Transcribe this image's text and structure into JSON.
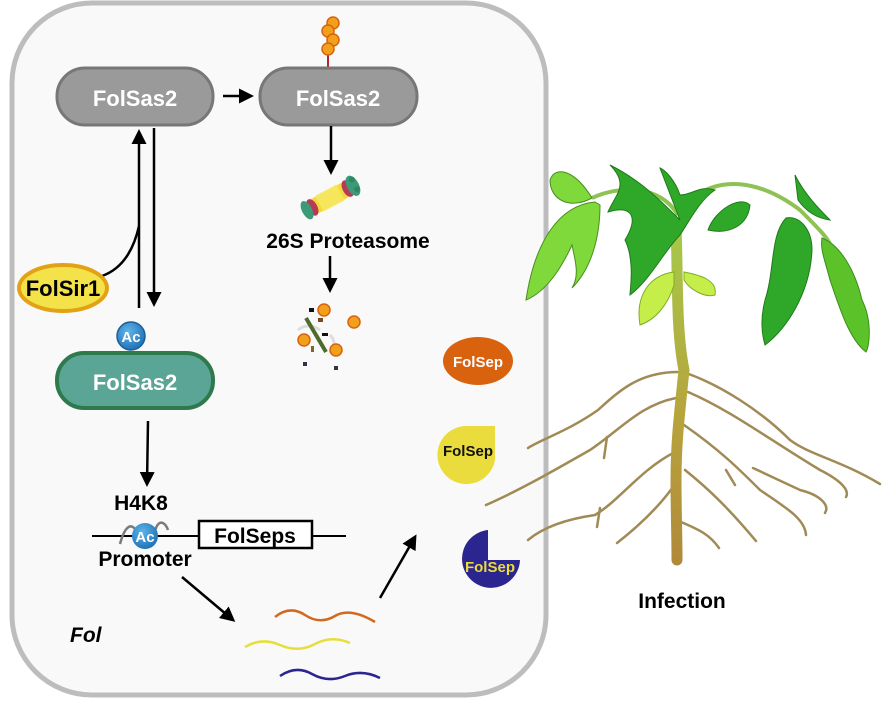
{
  "cell": {
    "organism_label": "Fol",
    "fill": "#f9f9f9",
    "border": "#bdbdbd"
  },
  "proteins": {
    "sas2_deacetylated": "FolSas2",
    "sas2_ubiquitinated": "FolSas2",
    "sas2_acetylated": "FolSas2",
    "sir1": "FolSir1",
    "acetyl_mark": "Ac",
    "promoter_acetyl_mark": "Ac"
  },
  "labels": {
    "proteasome": "26S Proteasome",
    "histone_mark": "H4K8",
    "promoter": "Promoter",
    "gene": "FolSeps",
    "infection": "Infection"
  },
  "effectors": [
    {
      "label": "FolSep",
      "color": "#d9620f",
      "text_color": "#ffffff",
      "shape": "ellipse"
    },
    {
      "label": "FolSep",
      "color": "#eadc3c",
      "text_color": "#111111",
      "shape": "drop"
    },
    {
      "label": "FolSep",
      "color": "#2b2590",
      "text_color": "#eadc3c",
      "shape": "pie"
    }
  ],
  "transcripts": [
    {
      "color": "#d2691e"
    },
    {
      "color": "#e6df3a"
    },
    {
      "color": "#2b2590"
    }
  ],
  "colors": {
    "sas2_gray": "#9a9a9a",
    "sas2_gray_border": "#777777",
    "sas2_teal": "#5aa595",
    "sas2_teal_border": "#2e7a4d",
    "sir1_fill": "#f3e24a",
    "sir1_border": "#e3a215",
    "acetyl": "#2a86c8",
    "ubiquitin": "#f0a01a",
    "ubiquitin_border": "#d9620f",
    "ub_linker": "#b5262a",
    "leaf_dark": "#2fa82a",
    "leaf_light": "#7fd93b",
    "root": "#a08a55",
    "stem": "#9cb23c"
  }
}
